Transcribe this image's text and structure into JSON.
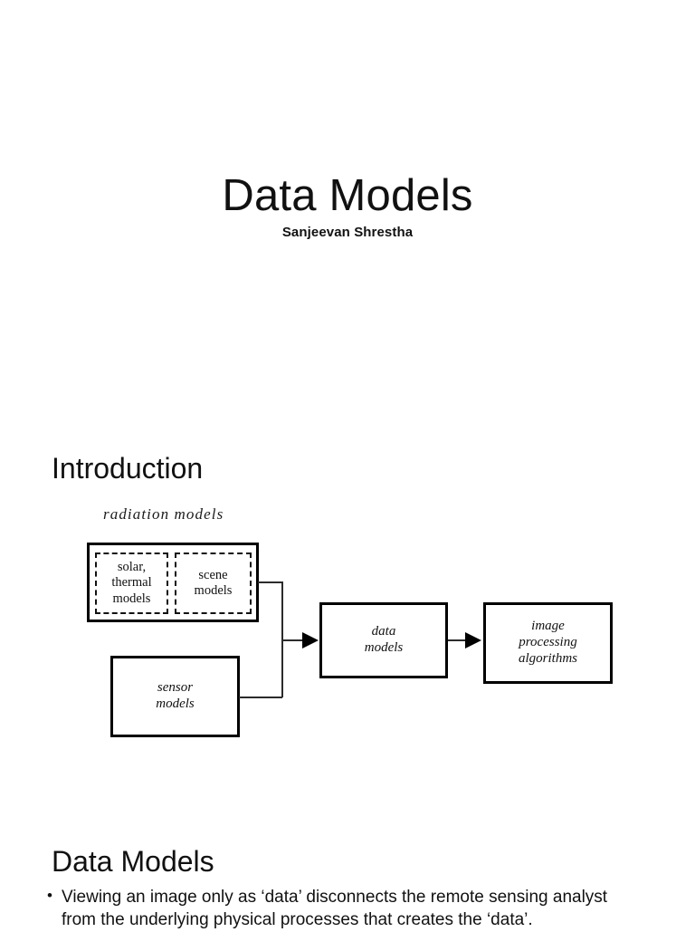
{
  "document": {
    "title": "Data Models",
    "author": "Sanjeevan Shrestha"
  },
  "slides": {
    "introduction": {
      "heading": "Introduction",
      "figure": {
        "caption": "radiation models",
        "nodes": {
          "radiation_group": "",
          "solar_thermal": "solar,\nthermal\nmodels",
          "solar_thermal_lines": [
            "solar,",
            "thermal",
            "models"
          ],
          "scene_models_lines": [
            "scene",
            "models"
          ],
          "sensor_models_lines": [
            "sensor",
            "models"
          ],
          "data_models_lines": [
            "data",
            "models"
          ],
          "image_processing_lines": [
            "image",
            "processing",
            "algorithms"
          ]
        }
      }
    },
    "data_models": {
      "heading": "Data Models",
      "bullets": [
        "Viewing an image only as ‘data’ disconnects the remote sensing analyst from the underlying physical processes that creates the ‘data’."
      ]
    }
  },
  "colors": {
    "page_background": "#ffffff",
    "text": "#111111",
    "figure_stroke": "#000000"
  }
}
